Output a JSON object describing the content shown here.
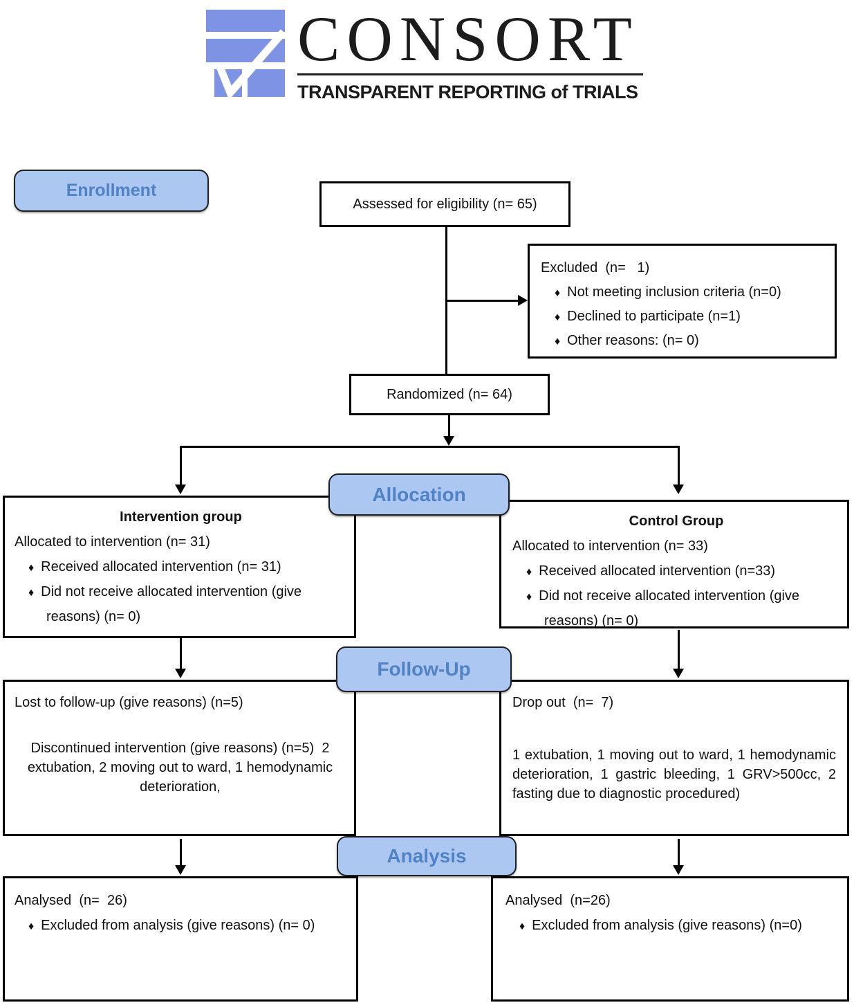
{
  "logo": {
    "icon": "consort-checkmark-logo",
    "title": "CONSORT",
    "subtitle": "TRANSPARENT REPORTING of TRIALS"
  },
  "stages": {
    "enrollment": "Enrollment",
    "allocation": "Allocation",
    "followup": "Follow-Up",
    "analysis": "Analysis"
  },
  "icons": {
    "bullet": "♦"
  },
  "colors": {
    "badge_fill": "#abc7f2",
    "badge_text": "#5083c5",
    "badge_border": "#1f1f1f",
    "logo_blue": "#7e93e4",
    "box_border": "#000000"
  },
  "boxes": {
    "assessed": {
      "text": "Assessed for eligibility (n= 65)"
    },
    "excluded": {
      "title": "Excluded  (n=   1)",
      "bullets": [
        "Not meeting inclusion criteria (n=0)",
        "Declined to participate (n=1)",
        "Other reasons: (n= 0)"
      ]
    },
    "randomized": {
      "text": "Randomized (n= 64)"
    },
    "intervention": {
      "title": "Intervention group",
      "allocated": "Allocated to intervention (n= 31)",
      "bullets": [
        "Received allocated intervention (n= 31)",
        "Did not receive allocated intervention (give reasons) (n= 0)"
      ]
    },
    "control": {
      "title": "Control Group",
      "allocated": "Allocated to intervention (n= 33)",
      "bullets": [
        "Received allocated intervention (n=33)",
        "Did not receive allocated intervention (give reasons) (n= 0)"
      ]
    },
    "lost_followup": {
      "line1": "Lost to follow-up (give reasons) (n=5)",
      "line2": "Discontinued intervention (give reasons) (n=5)  2 extubation, 2 moving out to ward, 1 hemodynamic deterioration,"
    },
    "dropout": {
      "line1": "Drop out  (n=  7)",
      "line2": "1 extubation, 1 moving out to ward, 1 hemodynamic deterioration, 1 gastric bleeding, 1 GRV>500cc, 2 fasting due to diagnostic procedured)"
    },
    "analysed_intervention": {
      "title": "Analysed  (n=  26)",
      "bullets": [
        "Excluded from analysis (give reasons) (n= 0)"
      ]
    },
    "analysed_control": {
      "title": "Analysed  (n=26)",
      "bullets": [
        "Excluded from analysis (give reasons) (n=0)"
      ]
    }
  }
}
